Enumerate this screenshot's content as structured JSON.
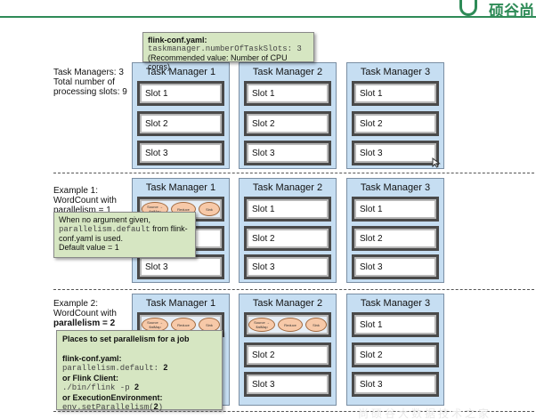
{
  "logo": {
    "text": "硕谷尚"
  },
  "sections": [
    {
      "lines": [
        "Task Managers: 3",
        "Total number of",
        "processing slots: 9"
      ],
      "bold_line": ""
    },
    {
      "lines": [
        "Example 1:",
        "WordCount with",
        "parallelism = 1"
      ],
      "bold_line": ""
    },
    {
      "lines": [
        "Example 2:",
        "WordCount with"
      ],
      "bold_line": "parallelism = 2"
    }
  ],
  "task_managers": {
    "titles": [
      "Task Manager 1",
      "Task Manager 2",
      "Task Manager 3"
    ]
  },
  "slots": {
    "labels": [
      "Slot 1",
      "Slot 2",
      "Slot 3"
    ]
  },
  "tasks": {
    "labels": [
      "Source → flatMap",
      "Reduce",
      "Sink"
    ]
  },
  "callout_config": {
    "title": "flink-conf.yaml:",
    "code": "taskmanager.numberOfTaskSlots: 3",
    "note": "(Recommended value: Number of CPU cores)"
  },
  "callout_default": {
    "line1": "When no argument given,",
    "code": "parallelism.default",
    "line2": " from flink-",
    "line3": "conf.yaml is used.",
    "line4": "Default value = 1"
  },
  "callout_places": {
    "title": "Places to set parallelism for a job",
    "h1": "flink-conf.yaml:",
    "c1": "parallelism.default: ",
    "c1_val": "2",
    "h2": "or Flink Client:",
    "c2": "./bin/flink -p ",
    "c2_val": "2",
    "h3": "or ExecutionEnvironment:",
    "c3": "env.setParallelism(",
    "c3_val": "2",
    "c3_end": ")"
  },
  "watermark": {
    "text": "尚硕谷大数据技术之家"
  }
}
